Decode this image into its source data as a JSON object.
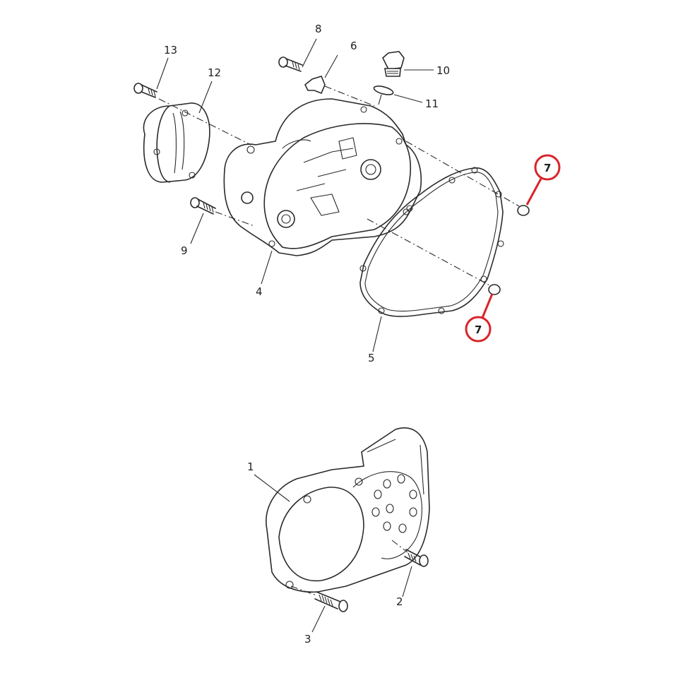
{
  "diagram": {
    "type": "exploded-parts-diagram",
    "subject": "crankcase cover assembly",
    "highlight_color": "#d8242a",
    "callouts": [
      {
        "id": "c13",
        "label": "13",
        "part": "bolt"
      },
      {
        "id": "c12",
        "label": "12",
        "part": "cover (clutch housing cap)"
      },
      {
        "id": "c8",
        "label": "8",
        "part": "bolt"
      },
      {
        "id": "c6",
        "label": "6",
        "part": "bracket"
      },
      {
        "id": "c10",
        "label": "10",
        "part": "oil filler plug"
      },
      {
        "id": "c11",
        "label": "11",
        "part": "o-ring"
      },
      {
        "id": "c9",
        "label": "9",
        "part": "bolt"
      },
      {
        "id": "c4",
        "label": "4",
        "part": "crankcase cover"
      },
      {
        "id": "c5",
        "label": "5",
        "part": "gasket"
      },
      {
        "id": "c7a",
        "label": "7",
        "part": "dowel pin",
        "highlighted": true
      },
      {
        "id": "c7b",
        "label": "7",
        "part": "dowel pin",
        "highlighted": true
      },
      {
        "id": "c1",
        "label": "1",
        "part": "crankcase cover (flywheel side)"
      },
      {
        "id": "c2",
        "label": "2",
        "part": "screw"
      },
      {
        "id": "c3",
        "label": "3",
        "part": "screw"
      }
    ]
  }
}
